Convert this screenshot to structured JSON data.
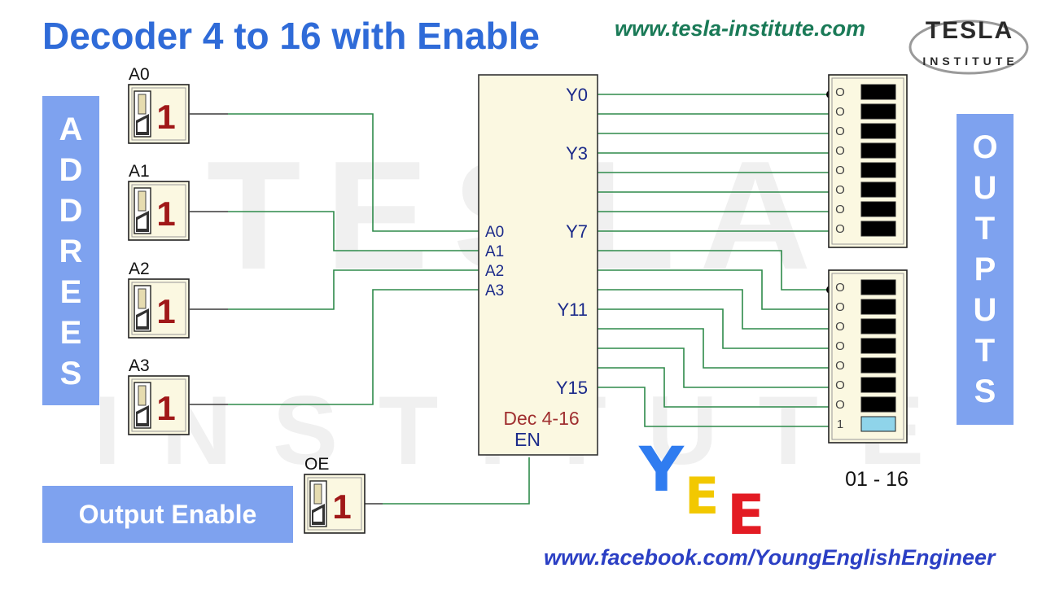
{
  "title": "Decoder 4 to 16 with Enable",
  "website": "www.tesla-institute.com",
  "facebook": "www.facebook.com/YoungEnglishEngineer",
  "logo": {
    "top": "TESLA",
    "bottom": "INSTITUTE"
  },
  "watermark": {
    "top": "TESLA",
    "bottom": "INSTITUTE"
  },
  "address_panel": [
    "A",
    "D",
    "D",
    "R",
    "E",
    "E",
    "S"
  ],
  "outputs_panel": [
    "O",
    "U",
    "T",
    "P",
    "U",
    "T",
    "S"
  ],
  "output_enable_label": "Output Enable",
  "switches": [
    {
      "label": "A0",
      "value": "1"
    },
    {
      "label": "A1",
      "value": "1"
    },
    {
      "label": "A2",
      "value": "1"
    },
    {
      "label": "A3",
      "value": "1"
    },
    {
      "label": "OE",
      "value": "1"
    }
  ],
  "decoder": {
    "inputs": [
      "A0",
      "A1",
      "A2",
      "A3"
    ],
    "output_labels": [
      "Y0",
      "Y3",
      "Y7",
      "Y11",
      "Y15"
    ],
    "name": "Dec 4-16",
    "enable": "EN"
  },
  "led_bar_1_marks": [
    "O",
    "O",
    "O",
    "O",
    "O",
    "O",
    "O",
    "O"
  ],
  "led_bar_2_marks": [
    "O",
    "O",
    "O",
    "O",
    "O",
    "O",
    "O",
    "1"
  ],
  "led_bar_2_lit_index": 7,
  "led_range": "01 - 16",
  "yee": [
    "Y",
    "E",
    "E"
  ],
  "colors": {
    "title": "#2f6bd8",
    "panel": "#7ea2ef",
    "wire": "#2e8a4a",
    "decoder_fill": "#fbf8e1",
    "led_off": "#000000",
    "led_on": "#8fd4ea",
    "yee_y": "#2f7cf0",
    "yee_e1": "#f2c800",
    "yee_e2": "#e31b23"
  }
}
